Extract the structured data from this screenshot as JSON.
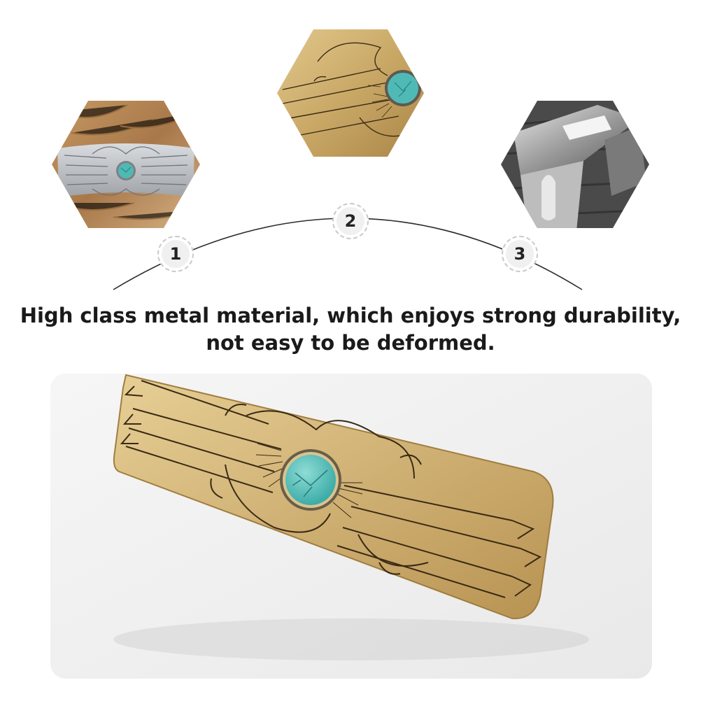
{
  "colors": {
    "gold": "#c9a866",
    "gold_dark": "#8c6a30",
    "silver": "#b9bcc0",
    "turquoise": "#49b8b3",
    "hair": "#b98b55",
    "engraving": "#3a2a14",
    "badge_border": "#c9c9c9"
  },
  "steps": [
    {
      "number": "1",
      "image": "silver-barrette-in-hair"
    },
    {
      "number": "2",
      "image": "gold-barrette-closeup"
    },
    {
      "number": "3",
      "image": "clip-mechanism-closeup"
    }
  ],
  "headline": {
    "line1": "High class metal material, which enjoys strong durability,",
    "line2": "not easy to be deformed."
  },
  "main_image": "gold-turquoise-barrette"
}
